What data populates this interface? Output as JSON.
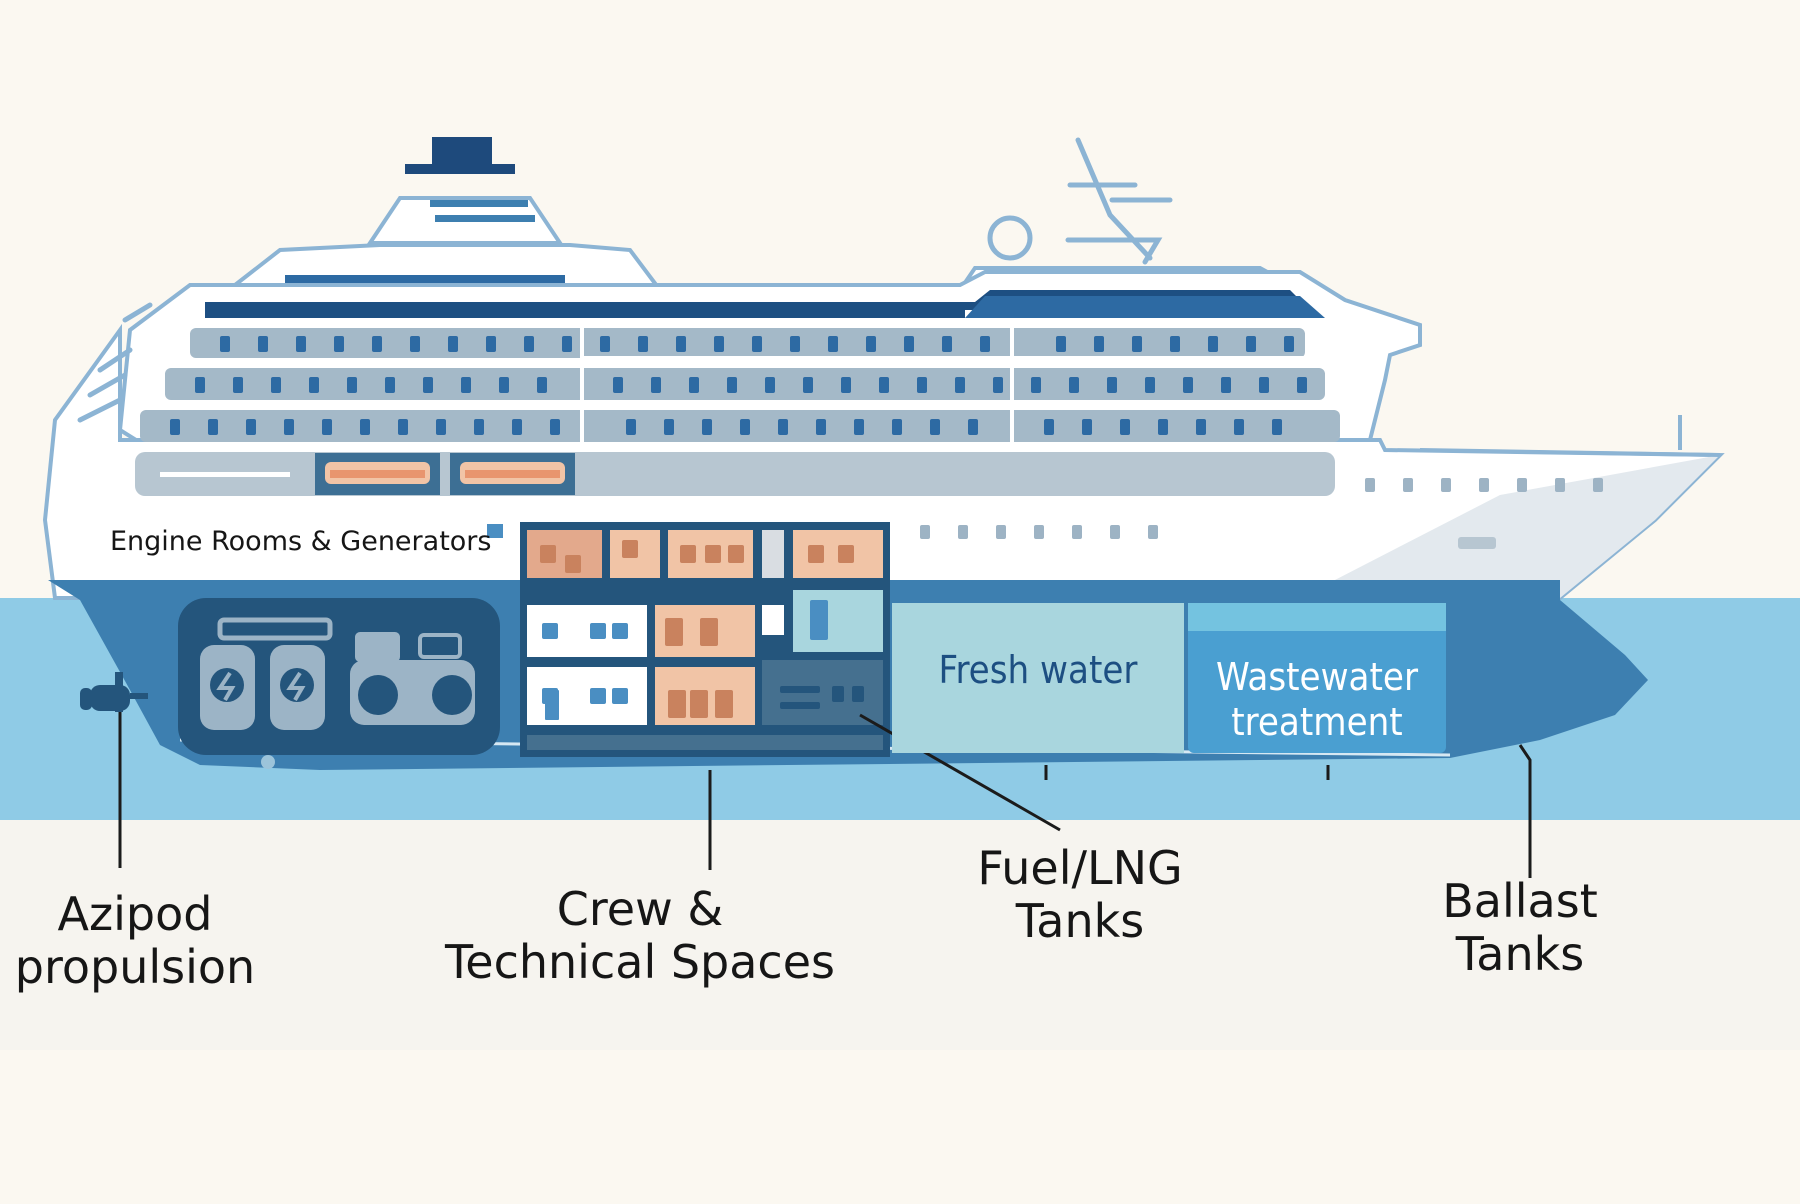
{
  "labels": {
    "engine_rooms": "Engine Rooms & Generators",
    "azipod_line1": "Azipod",
    "azipod_line2": "propulsion",
    "crew_line1": "Crew &",
    "crew_line2": "Technical Spaces",
    "fuel_line1": "Fuel/LNG",
    "fuel_line2": "Tanks",
    "ballast_line1": "Ballast",
    "ballast_line2": "Tanks"
  },
  "tanks": {
    "fresh_water": "Fresh water",
    "wastewater_line1": "Wastewater",
    "wastewater_line2": "treatment"
  },
  "colors": {
    "background": "#fbf8f1",
    "sea": "#8fcbe6",
    "hull_dark": "#3d7fb0",
    "navy": "#1d4f82",
    "engine_room": "#24557c",
    "accent_orange": "#e8a07d",
    "fresh_water_tank": "#a9d6de",
    "wastewater_tank": "#4a9fd1"
  }
}
